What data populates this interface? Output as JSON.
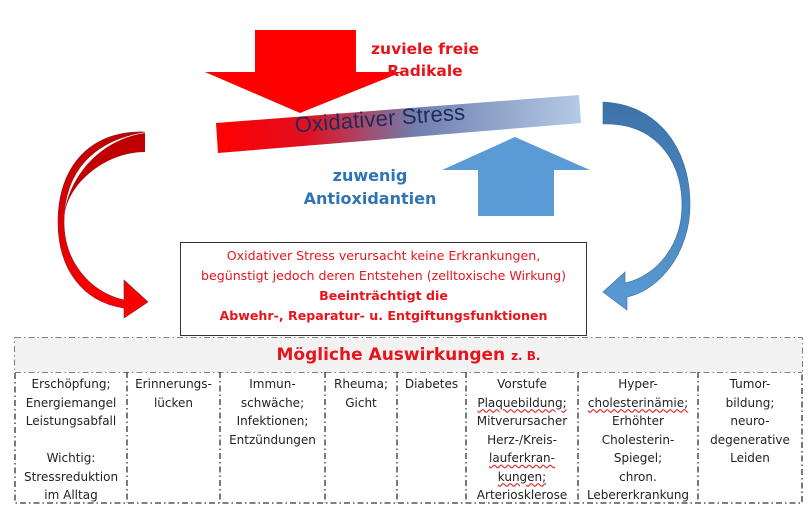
{
  "diagram": {
    "top_left_label": [
      "zuviele freie",
      "Radikale"
    ],
    "center_bar_label": "Oxidativer Stress",
    "left_mid_label": [
      "zuwenig",
      "Antioxidantien"
    ],
    "info_box": {
      "lines": [
        "Oxidativer Stress verursacht keine Erkrankungen,",
        "begünstigt jedoch deren Entstehen (zelltoxische Wirkung)"
      ],
      "bold_lines": [
        "Beeinträchtigt die",
        "Abwehr-, Reparatur- u. Entgiftungsfunktionen"
      ]
    },
    "effects": {
      "title": "Mögliche Auswirkungen",
      "title_suffix": "z. B.",
      "columns": [
        {
          "lines": [
            "Erschöpfung;",
            "Energiemangel",
            "Leistungsabfall",
            "",
            "Wichtig:",
            "Stressreduktion",
            "im Alltag"
          ]
        },
        {
          "lines": [
            "Erinnerungs-",
            "lücken"
          ]
        },
        {
          "lines": [
            "Immun-",
            "schwäche;",
            "Infektionen;",
            "Entzündungen"
          ]
        },
        {
          "lines": [
            "Rheuma;",
            "Gicht"
          ]
        },
        {
          "lines": [
            "Diabetes"
          ]
        },
        {
          "lines": [
            "Vorstufe",
            "Plaquebildung;",
            "Mitverursacher",
            "Herz-/Kreis-",
            "lauferkran-",
            "kungen;",
            "Arteriosklerose"
          ]
        },
        {
          "lines": [
            "Hyper-",
            "cholesterinämie;",
            "Erhöhter",
            "Cholesterin-",
            "Spiegel;",
            "chron.",
            "Lebererkrankung"
          ]
        },
        {
          "lines": [
            "Tumor-",
            "bildung;",
            "neuro-",
            "degenerative",
            "Leiden"
          ]
        }
      ]
    },
    "colors": {
      "red": "#ff0000",
      "dark_red": "#c00000",
      "blue": "#5b9bd5",
      "dark_blue": "#2e75b6",
      "text_red": "#e8141c",
      "text_navy": "#1f2a5a",
      "band_gray": "#f2f2f2"
    }
  }
}
